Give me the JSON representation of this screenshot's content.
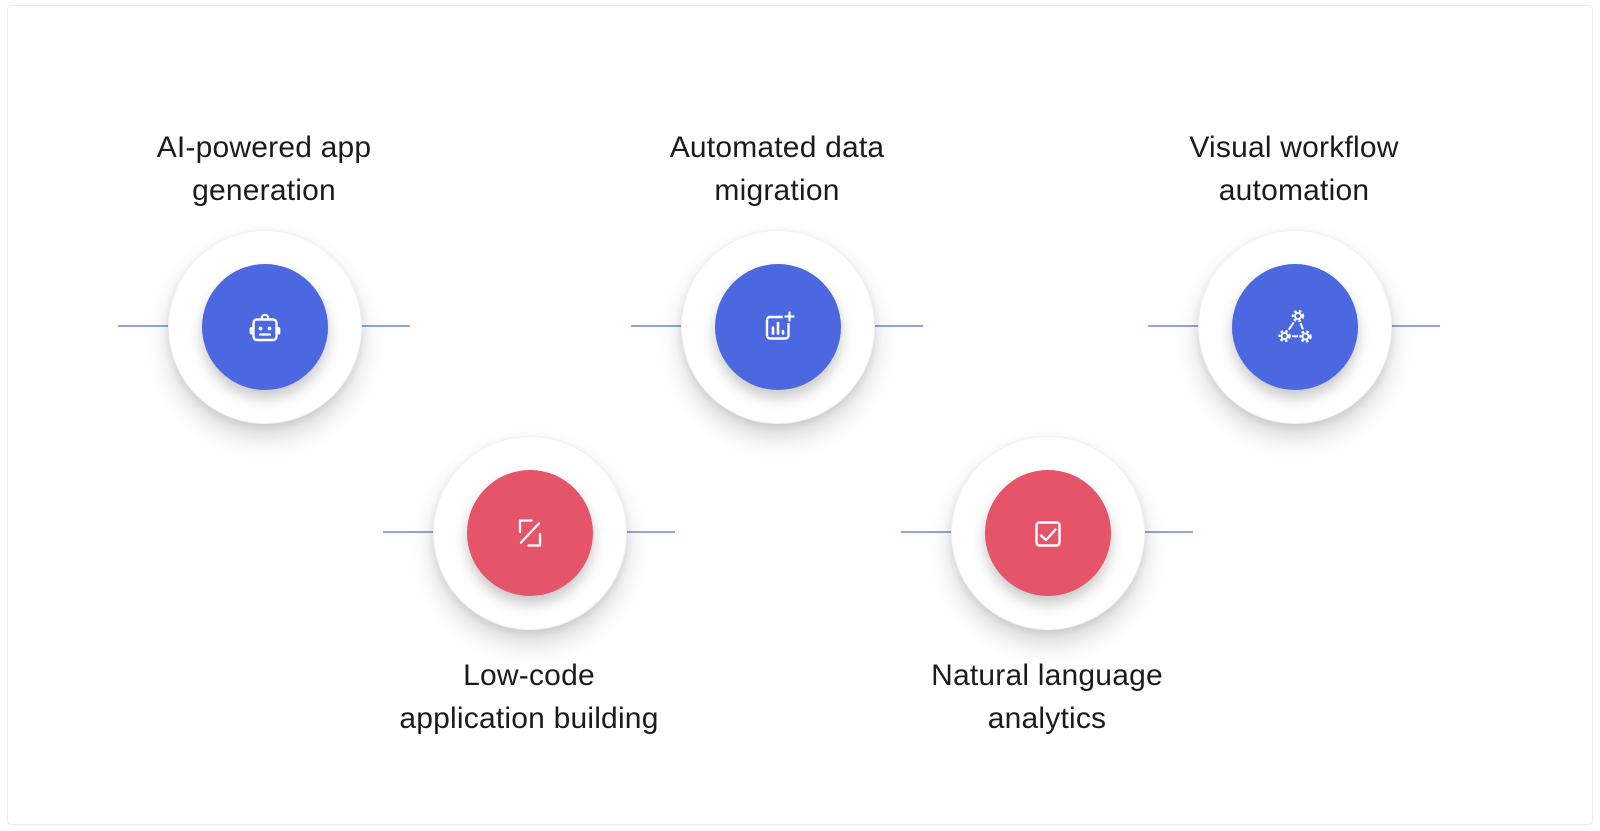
{
  "page": {
    "background": "#ffffff",
    "card_border_color": "#ededed"
  },
  "colors": {
    "blue": "#4c68e1",
    "red": "#e65469",
    "connector": "#93a4d8",
    "label_text": "#1b1b1b"
  },
  "features": [
    {
      "id": "ai-powered-app-generation",
      "label": "AI-powered app generation",
      "label_lines": [
        "AI-powered app",
        "generation"
      ],
      "circle_color": "blue",
      "icon": "robot-icon",
      "label_position": "above"
    },
    {
      "id": "automated-data-migration",
      "label": "Automated data migration",
      "label_lines": [
        "Automated data",
        "migration"
      ],
      "circle_color": "blue",
      "icon": "bar-chart-plus-icon",
      "label_position": "above"
    },
    {
      "id": "visual-workflow-automation",
      "label": "Visual workflow automation",
      "label_lines": [
        "Visual workflow",
        "automation"
      ],
      "circle_color": "blue",
      "icon": "gears-network-icon",
      "label_position": "above"
    },
    {
      "id": "low-code-application-building",
      "label": "Low-code application building",
      "label_lines": [
        "Low-code",
        "application building"
      ],
      "circle_color": "red",
      "icon": "code-slash-icon",
      "label_position": "below"
    },
    {
      "id": "natural-language-analytics",
      "label": "Natural language analytics",
      "label_lines": [
        "Natural language",
        "analytics"
      ],
      "circle_color": "red",
      "icon": "chart-line-icon",
      "label_position": "below"
    }
  ]
}
